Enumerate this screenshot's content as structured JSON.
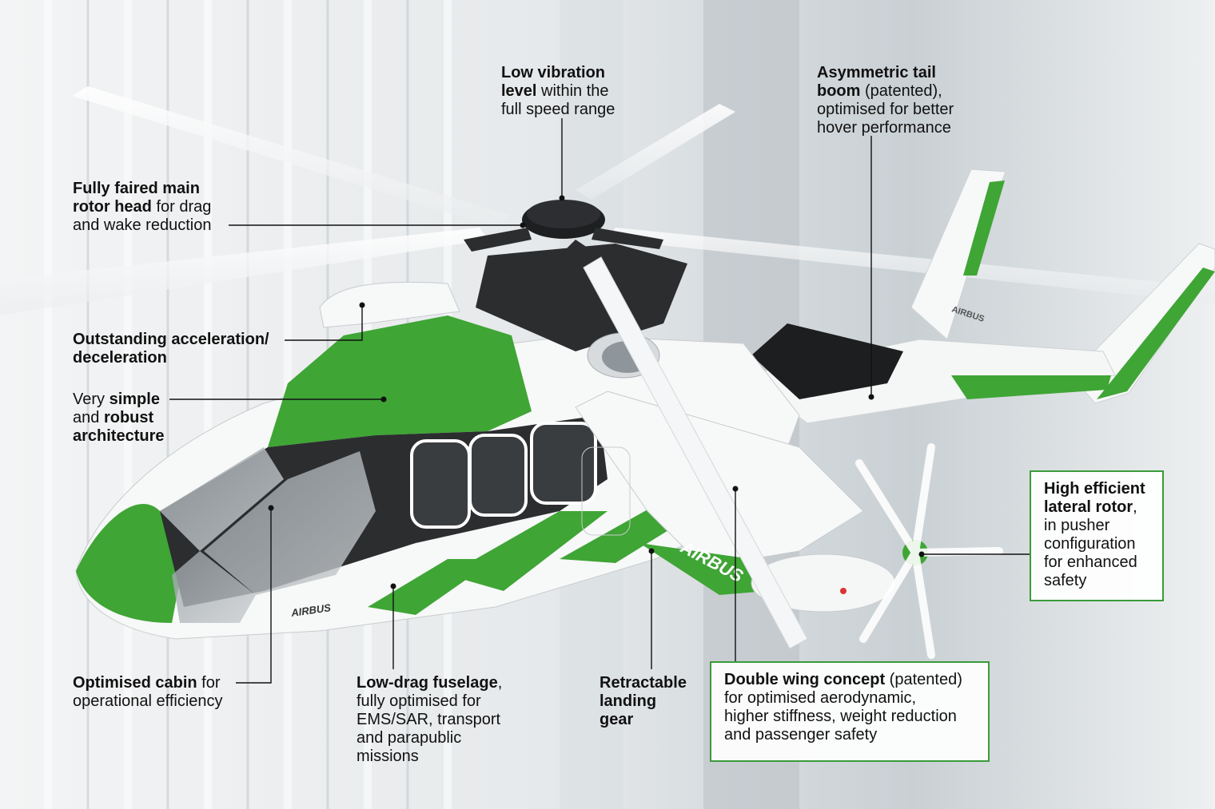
{
  "colors": {
    "accent_green": "#3fa535",
    "box_border": "#3a9b3a",
    "dark_cowling": "#2b2d2f",
    "body_white": "#f7f8f8"
  },
  "brand_marks": {
    "fuselage_logo": "AIRBUS",
    "wing_logo": "AIRBUS",
    "tail_logo": "AIRBUS"
  },
  "callouts": {
    "low_vibration": {
      "b1": "Low vibration",
      "t1": "",
      "b2": "level",
      "t2": " within the",
      "t3": "full speed range"
    },
    "tail_boom": {
      "b1": "Asymmetric tail",
      "b2": "boom",
      "t2": " (patented),",
      "t3": "optimised for better",
      "t4": "hover performance"
    },
    "rotor_head": {
      "b1": "Fully faired main",
      "b2": "rotor head",
      "t2": " for drag",
      "t3": "and wake reduction"
    },
    "acceleration": {
      "b1": "Outstanding acceleration/",
      "b2": "deceleration"
    },
    "architecture": {
      "t1": "Very ",
      "b1": "simple",
      "t2": "and ",
      "b2": "robust",
      "b3": "architecture"
    },
    "lateral_rotor": {
      "b1": "High efficient",
      "b2": "lateral rotor",
      "t2": ",",
      "t3": "in pusher",
      "t4": "configuration",
      "t5": "for enhanced",
      "t6": "safety"
    },
    "cabin": {
      "b1": "Optimised cabin",
      "t1": " for",
      "t2": "operational efficiency"
    },
    "fuselage": {
      "b1": "Low-drag fuselage",
      "t1": ",",
      "t2": "fully optimised for",
      "t3": "EMS/SAR, transport",
      "t4": "and parapublic",
      "t5": "missions"
    },
    "landing_gear": {
      "b1": "Retractable",
      "b2": "landing",
      "b3": "gear"
    },
    "double_wing": {
      "b1": "Double wing concept",
      "t1": " (patented)",
      "t2": "for optimised aerodynamic,",
      "t3": "higher stiffness, weight reduction",
      "t4": "and passenger safety"
    }
  }
}
